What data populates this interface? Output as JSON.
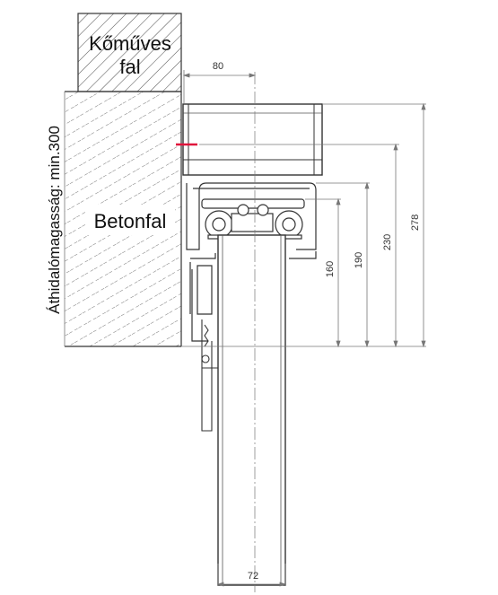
{
  "labels": {
    "masonry_wall_line1": "Kőműves",
    "masonry_wall_line2": "fal",
    "concrete_wall": "Betonfal",
    "opening_height": "Áthidalómagasság: min.300"
  },
  "dimensions": {
    "width_top": "80",
    "width_bottom": "72",
    "height_160": "160",
    "height_190": "190",
    "height_230": "230",
    "height_278": "278"
  },
  "colors": {
    "line": "#333333",
    "thin_line": "#777777",
    "marker": "#e0143c",
    "hatch": "#555555"
  }
}
